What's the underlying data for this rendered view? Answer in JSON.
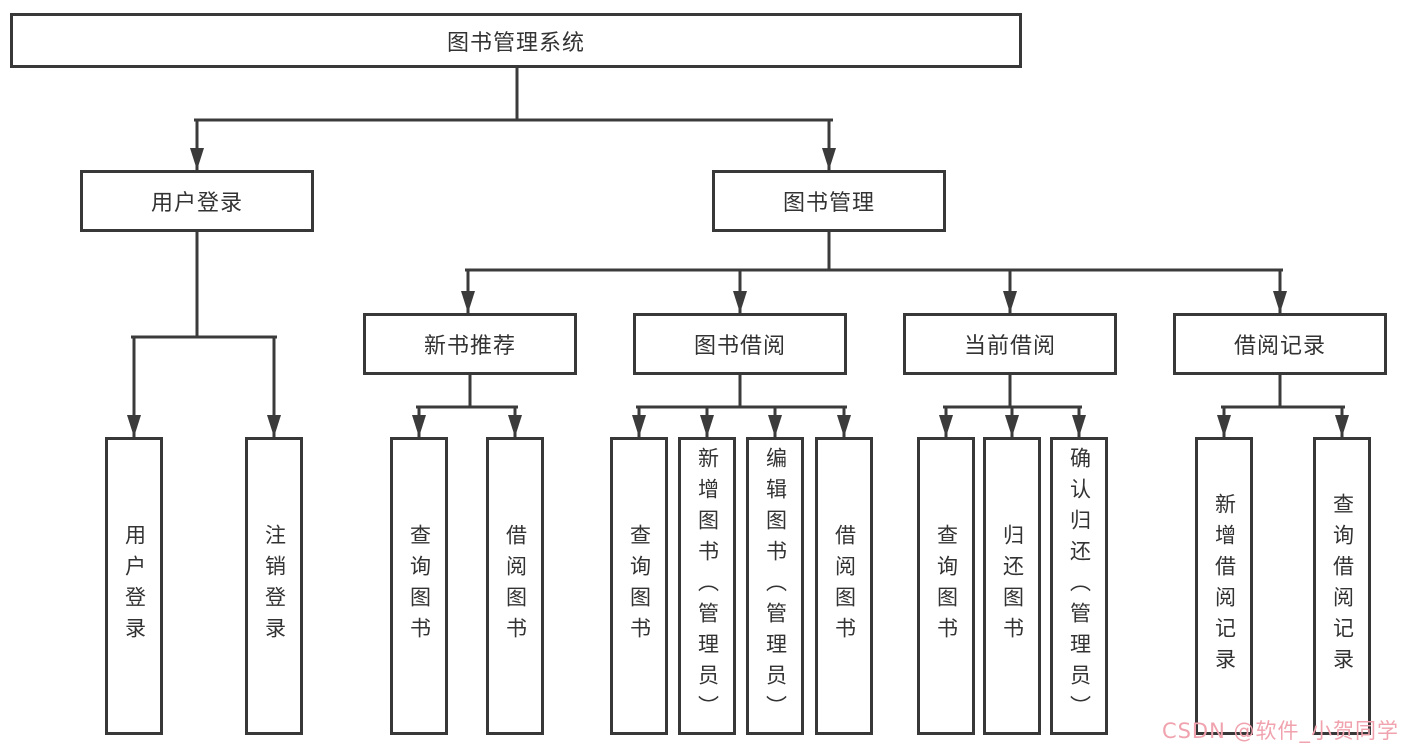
{
  "tree": {
    "label": "图书管理系统",
    "children": [
      {
        "label": "用户登录",
        "children": [
          {
            "label": "用户登录"
          },
          {
            "label": "注销登录"
          }
        ]
      },
      {
        "label": "图书管理",
        "children": [
          {
            "label": "新书推荐",
            "children": [
              {
                "label": "查询图书"
              },
              {
                "label": "借阅图书"
              }
            ]
          },
          {
            "label": "图书借阅",
            "children": [
              {
                "label": "查询图书"
              },
              {
                "label": "新增图书（管理员）"
              },
              {
                "label": "编辑图书（管理员）"
              },
              {
                "label": "借阅图书"
              }
            ]
          },
          {
            "label": "当前借阅",
            "children": [
              {
                "label": "查询图书"
              },
              {
                "label": "归还图书"
              },
              {
                "label": "确认归还（管理员）"
              }
            ]
          },
          {
            "label": "借阅记录",
            "children": [
              {
                "label": "新增借阅记录"
              },
              {
                "label": "查询借阅记录"
              }
            ]
          }
        ]
      }
    ]
  },
  "watermark": {
    "text": "CSDN @软件_小贺同学",
    "color": "#f0a3ae"
  },
  "colors": {
    "background": "#ffffff",
    "line": "#3b3b3b",
    "box_border": "#383838",
    "text": "#333333"
  }
}
